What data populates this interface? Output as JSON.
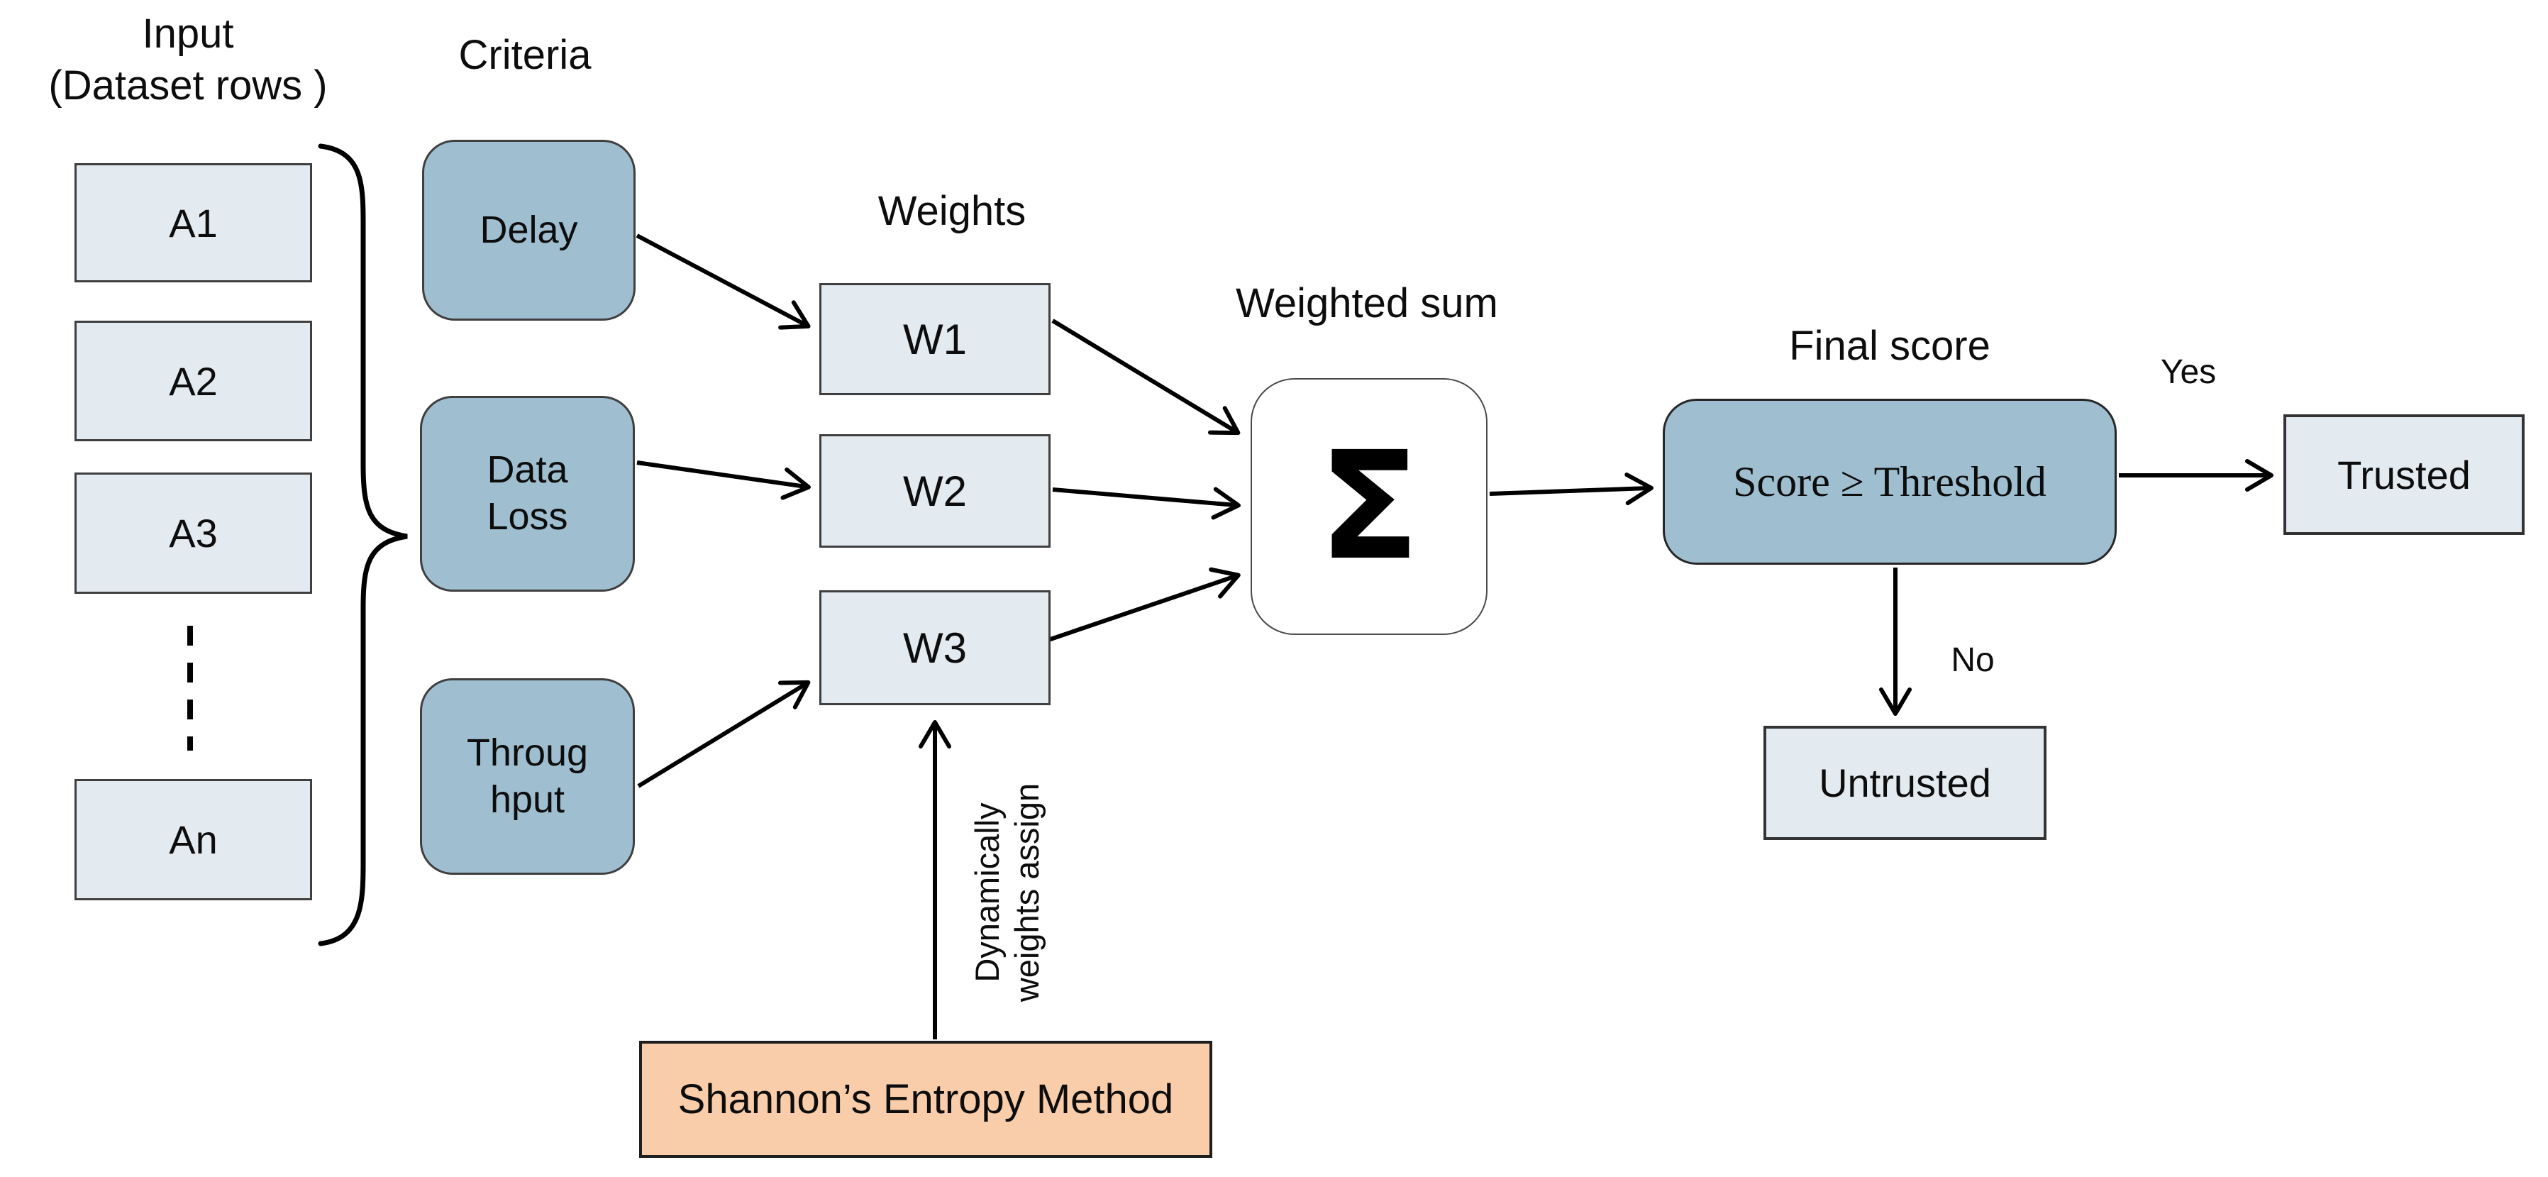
{
  "colors": {
    "criteria-fill": "#9fbed0",
    "light-fill": "#e3eaf0",
    "method-fill": "#f9cda9",
    "border-dark": "#3f3f3f",
    "line-color": "#000000",
    "bg": "#ffffff"
  },
  "input": {
    "title_line1": "Input",
    "title_line2": "(Dataset rows )",
    "rows": [
      "A1",
      "A2",
      "A3",
      "An"
    ]
  },
  "criteria": {
    "title": "Criteria",
    "items": [
      {
        "name": "delay",
        "lines": [
          "Delay"
        ]
      },
      {
        "name": "data-loss",
        "lines": [
          "Data",
          "Loss"
        ]
      },
      {
        "name": "throughput",
        "lines": [
          "Throug",
          "hput"
        ]
      }
    ]
  },
  "weights": {
    "title": "Weights",
    "items": [
      "W1",
      "W2",
      "W3"
    ],
    "note_line1": "Dynamically",
    "note_line2": "weights assign"
  },
  "aggregation": {
    "title": "Weighted sum",
    "symbol": "Σ"
  },
  "decision": {
    "title": "Final score",
    "condition": "Score ≥ Threshold",
    "yes": "Yes",
    "no": "No",
    "trusted": "Trusted",
    "untrusted": "Untrusted"
  },
  "method": {
    "label": "Shannon’s Entropy Method"
  }
}
